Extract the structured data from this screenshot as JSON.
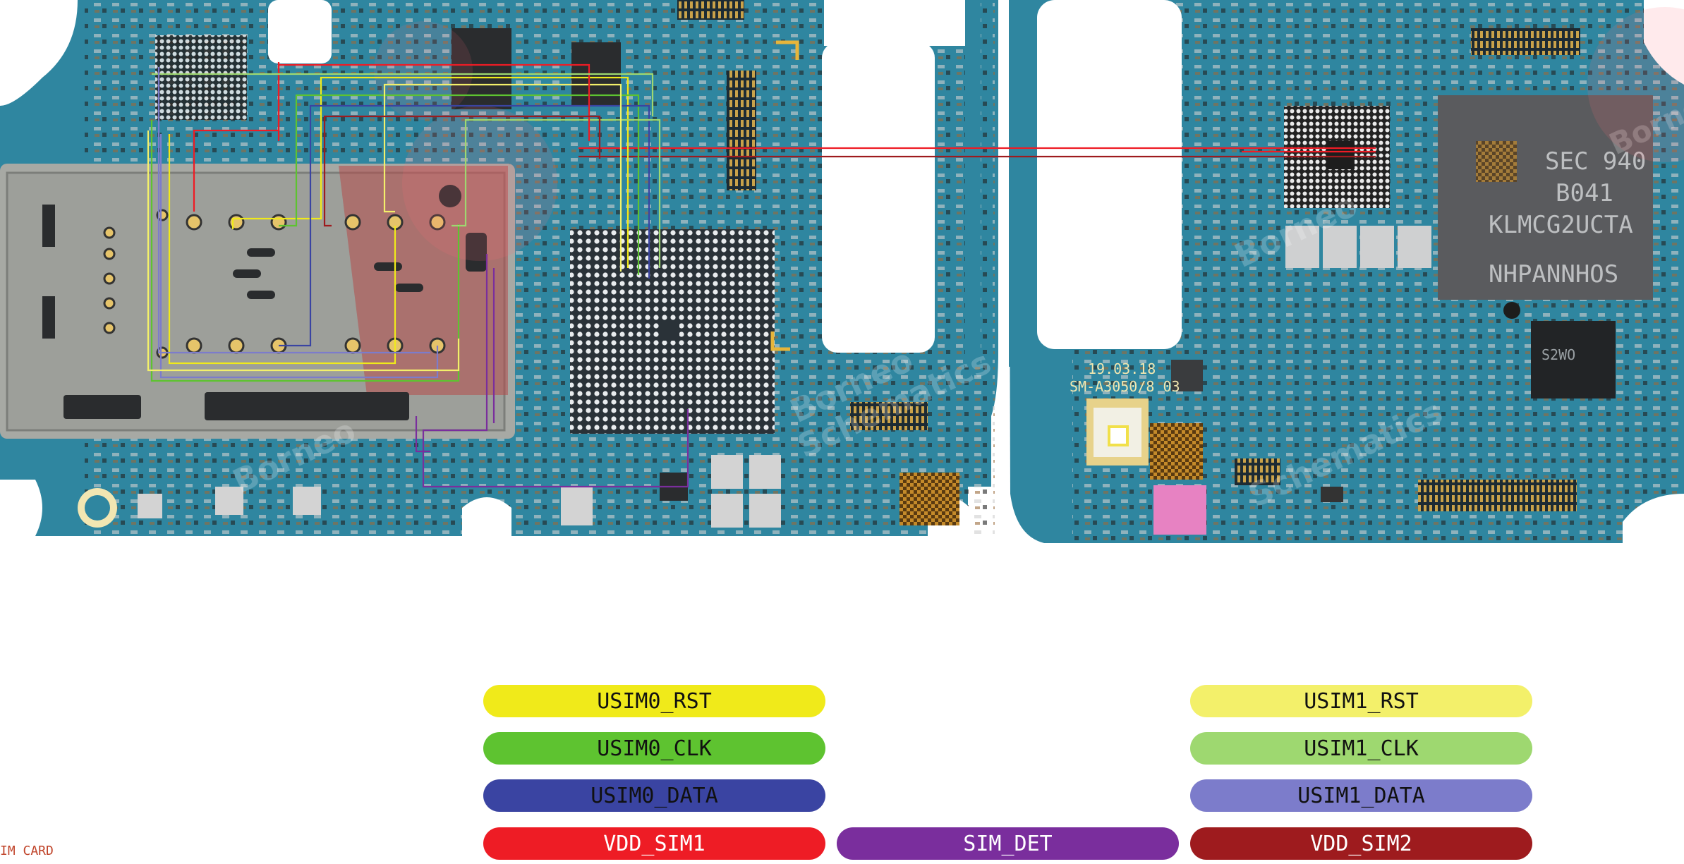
{
  "board": {
    "date_marking": "19.03.18",
    "model_marking": "SM-A3050/8 03",
    "memory_chip_lines": [
      "SEC 940",
      "B041",
      "KLMCG2UCTA",
      "NHPANNHOS"
    ],
    "pmic_chip_text": "S2WO",
    "watermark": "Borneo Schematics",
    "colors": {
      "pcb": "#2f86a0",
      "pcb_dark": "#1f6a82",
      "sim_tray": "#a7a9a4",
      "chip_black": "#2a2c2e",
      "connector_gold": "#b98a2a"
    }
  },
  "legend": [
    {
      "text": "USIM0_RST",
      "color": "#f0ea1a",
      "text_color": "#111111"
    },
    {
      "text": "USIM0_CLK",
      "color": "#5ec330",
      "text_color": "#111111"
    },
    {
      "text": "USIM0_DATA",
      "color": "#3a44a2",
      "text_color": "#111111"
    },
    {
      "text": "VDD_SIM1",
      "color": "#ee1c25",
      "text_color": "#ffffff"
    },
    {
      "text": "SIM_DET",
      "color": "#7a2e9d",
      "text_color": "#ffffff"
    },
    {
      "text": "USIM1_RST",
      "color": "#f3f06a",
      "text_color": "#111111"
    },
    {
      "text": "USIM1_CLK",
      "color": "#9ed870",
      "text_color": "#111111"
    },
    {
      "text": "USIM1_DATA",
      "color": "#7c7ccb",
      "text_color": "#111111"
    },
    {
      "text": "VDD_SIM2",
      "color": "#9e1b1e",
      "text_color": "#ffffff"
    }
  ],
  "footer_text": "IM CARD"
}
